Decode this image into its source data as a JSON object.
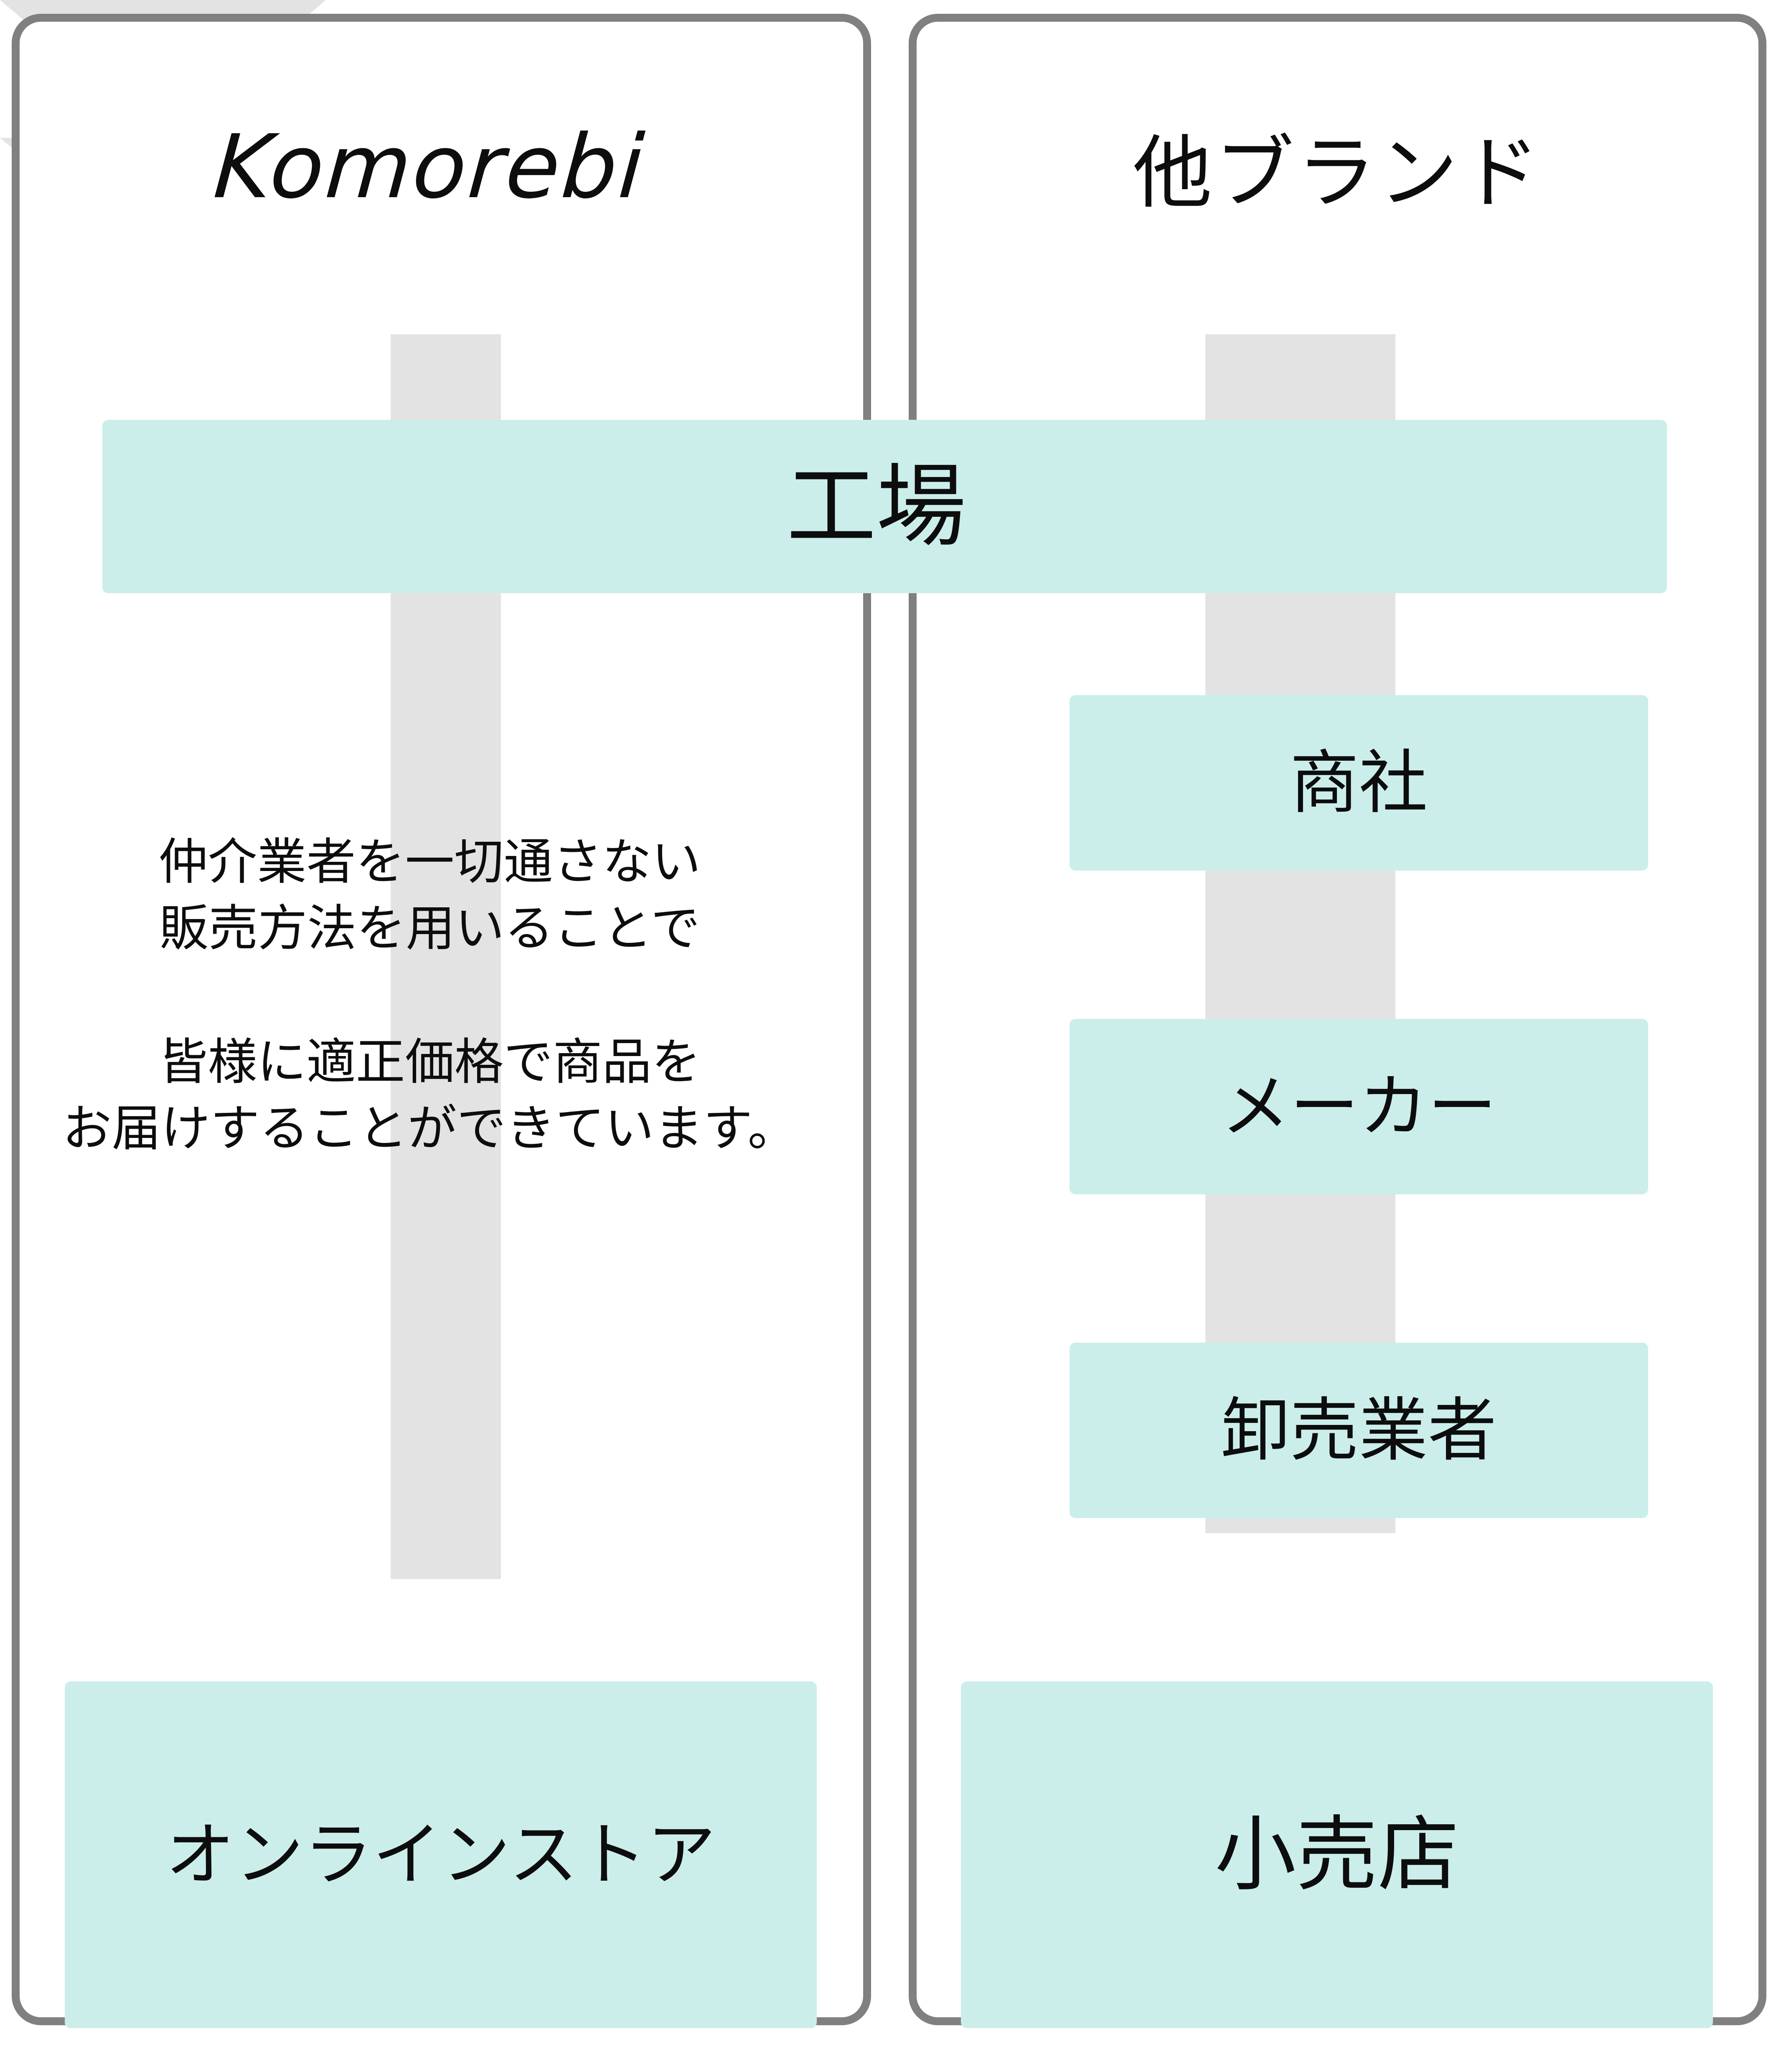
{
  "diagram": {
    "title_left": "Komorebi",
    "title_right": "他ブランド",
    "colors": {
      "panel_border": "#808080",
      "box_fill": "#cbeeeb",
      "arrow_fill": "#e3e3e3",
      "text": "#0d0d0d",
      "background": "#ffffff"
    }
  },
  "shared": {
    "factory_label": "工場"
  },
  "left_panel": {
    "heading": "Komorebi",
    "copy": {
      "paragraph_1": {
        "line_1": "仲介業者を一切通さない",
        "line_2": "販売方法を用いることで"
      },
      "paragraph_2": {
        "line_1": "皆様に適正価格で商品を",
        "line_2": "お届けすることができています。"
      }
    },
    "destination": "オンラインストア",
    "flow": [
      "工場",
      "オンラインストア"
    ]
  },
  "right_panel": {
    "heading": "他ブランド",
    "intermediaries": [
      {
        "label": "商社"
      },
      {
        "label": "メーカー"
      },
      {
        "label": "卸売業者"
      }
    ],
    "destination": "小売店",
    "flow": [
      "工場",
      "商社",
      "メーカー",
      "卸売業者",
      "小売店"
    ]
  }
}
